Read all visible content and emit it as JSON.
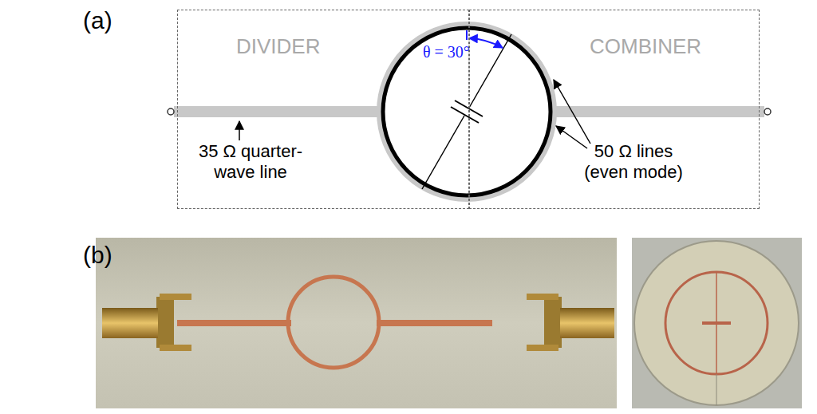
{
  "diagram": {
    "nodes": [
      {
        "text": [
          "DIVIDER",
          "35 Ω quarter-wave line"
        ]
      },
      {
        "text": [
          "COMBINER",
          "50 Ω lines (even mode)"
        ]
      }
    ],
    "labels": [
      "(a)",
      "θ = 30°",
      "(b)"
    ]
  }
}
